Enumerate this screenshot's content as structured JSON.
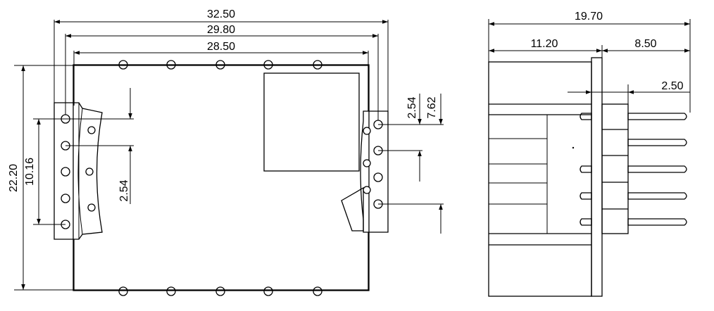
{
  "front_view": {
    "dims": {
      "overall_width": "32.50",
      "pin_span": "29.80",
      "body_width": "28.50",
      "overall_height": "22.20",
      "left_pin_span": "10.16",
      "left_pitch": "2.54",
      "right_pitch": "2.54",
      "right_span": "7.62"
    }
  },
  "side_view": {
    "dims": {
      "total_depth": "19.70",
      "body_depth": "11.20",
      "pin_length": "8.50",
      "flange": "2.50"
    }
  }
}
